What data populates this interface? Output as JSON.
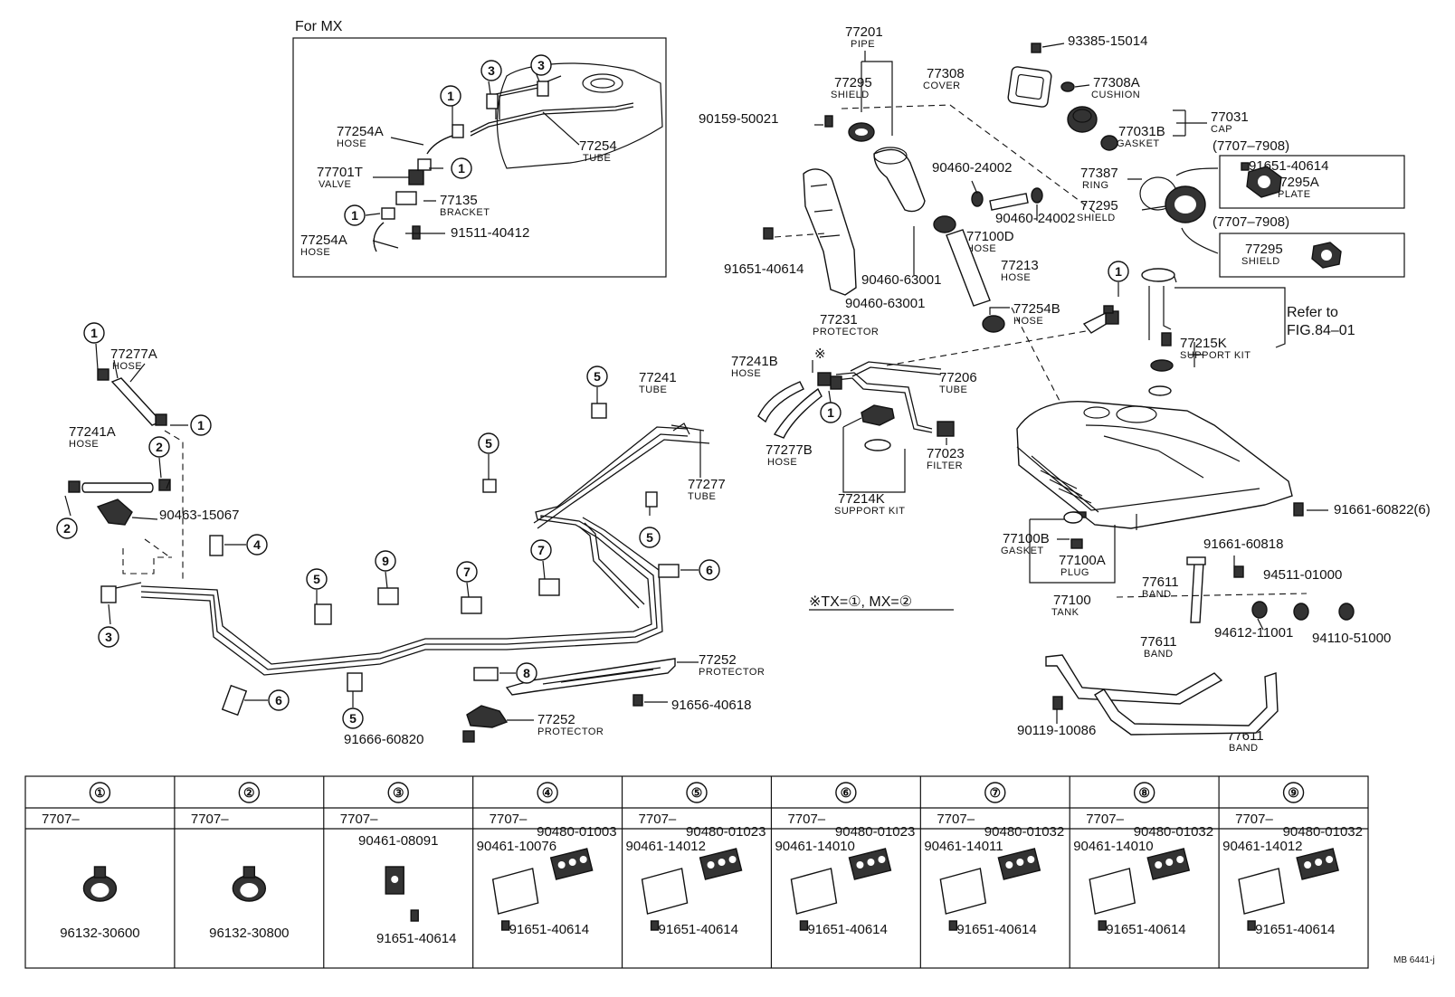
{
  "inset": {
    "title": "For MX"
  },
  "callouts": [
    {
      "id": "c_77254A_top",
      "num": "77254A",
      "name": "HOSE"
    },
    {
      "id": "c_77701T",
      "num": "77701T",
      "name": "VALVE"
    },
    {
      "id": "c_77135",
      "num": "77135",
      "name": "BRACKET"
    },
    {
      "id": "c_91511",
      "num": "91511-40412",
      "name": ""
    },
    {
      "id": "c_77254A_bot",
      "num": "77254A",
      "name": "HOSE"
    },
    {
      "id": "c_77254",
      "num": "77254",
      "name": "TUBE"
    },
    {
      "id": "c_77201",
      "num": "77201",
      "name": "PIPE"
    },
    {
      "id": "c_77295_sh",
      "num": "77295",
      "name": "SHIELD"
    },
    {
      "id": "c_90159",
      "num": "90159-50021",
      "name": ""
    },
    {
      "id": "c_77308",
      "num": "77308",
      "name": "COVER"
    },
    {
      "id": "c_93385",
      "num": "93385-15014",
      "name": ""
    },
    {
      "id": "c_77308A",
      "num": "77308A",
      "name": "CUSHION"
    },
    {
      "id": "c_77031",
      "num": "77031",
      "name": "CAP"
    },
    {
      "id": "c_77031B",
      "num": "77031B",
      "name": "GASKET"
    },
    {
      "id": "c_7707a",
      "num": "(7707–7908)",
      "name": ""
    },
    {
      "id": "c_91651_box",
      "num": "91651-40614",
      "name": ""
    },
    {
      "id": "c_77295A",
      "num": "77295A",
      "name": "PLATE"
    },
    {
      "id": "c_77387",
      "num": "77387",
      "name": "RING"
    },
    {
      "id": "c_77295_sh2",
      "num": "77295",
      "name": "SHIELD"
    },
    {
      "id": "c_7707b",
      "num": "(7707–7908)",
      "name": ""
    },
    {
      "id": "c_77295_box",
      "num": "77295",
      "name": "SHIELD"
    },
    {
      "id": "c_90460_24002a",
      "num": "90460-24002",
      "name": ""
    },
    {
      "id": "c_90460_24002b",
      "num": "90460-24002",
      "name": ""
    },
    {
      "id": "c_77100D",
      "num": "77100D",
      "name": "HOSE"
    },
    {
      "id": "c_91651_l",
      "num": "91651-40614",
      "name": ""
    },
    {
      "id": "c_90460_63001a",
      "num": "90460-63001",
      "name": ""
    },
    {
      "id": "c_77213",
      "num": "77213",
      "name": "HOSE"
    },
    {
      "id": "c_77231",
      "num": "77231",
      "name": "PROTECTOR"
    },
    {
      "id": "c_90460_63001b",
      "num": "90460-63001",
      "name": ""
    },
    {
      "id": "c_77254B",
      "num": "77254B",
      "name": "HOSE"
    },
    {
      "id": "c_refer",
      "num": "Refer to",
      "name": "FIG.84–01"
    },
    {
      "id": "c_77215K",
      "num": "77215K",
      "name": "SUPPORT KIT"
    },
    {
      "id": "c_77241B",
      "num": "77241B",
      "name": "HOSE"
    },
    {
      "id": "c_77206",
      "num": "77206",
      "name": "TUBE"
    },
    {
      "id": "c_77277B",
      "num": "77277B",
      "name": "HOSE"
    },
    {
      "id": "c_77023",
      "num": "77023",
      "name": "FILTER"
    },
    {
      "id": "c_77214K",
      "num": "77214K",
      "name": "SUPPORT KIT"
    },
    {
      "id": "c_91661_60822",
      "num": "91661-60822(6)",
      "name": ""
    },
    {
      "id": "c_77100B",
      "num": "77100B",
      "name": "GASKET"
    },
    {
      "id": "c_77100A",
      "num": "77100A",
      "name": "PLUG"
    },
    {
      "id": "c_77100",
      "num": "77100",
      "name": "TANK"
    },
    {
      "id": "c_91661_60818",
      "num": "91661-60818",
      "name": ""
    },
    {
      "id": "c_77611a",
      "num": "77611",
      "name": "BAND"
    },
    {
      "id": "c_94511",
      "num": "94511-01000",
      "name": ""
    },
    {
      "id": "c_94612",
      "num": "94612-11001",
      "name": ""
    },
    {
      "id": "c_94110",
      "num": "94110-51000",
      "name": ""
    },
    {
      "id": "c_77611b",
      "num": "77611",
      "name": "BAND"
    },
    {
      "id": "c_90119",
      "num": "90119-10086",
      "name": ""
    },
    {
      "id": "c_77611c",
      "num": "77611",
      "name": "BAND"
    },
    {
      "id": "c_77277A",
      "num": "77277A",
      "name": "HOSE"
    },
    {
      "id": "c_77241A",
      "num": "77241A",
      "name": "HOSE"
    },
    {
      "id": "c_90463",
      "num": "90463-15067",
      "name": ""
    },
    {
      "id": "c_77241",
      "num": "77241",
      "name": "TUBE"
    },
    {
      "id": "c_77277",
      "num": "77277",
      "name": "TUBE"
    },
    {
      "id": "c_77252a",
      "num": "77252",
      "name": "PROTECTOR"
    },
    {
      "id": "c_91656",
      "num": "91656-40618",
      "name": ""
    },
    {
      "id": "c_77252b",
      "num": "77252",
      "name": "PROTECTOR"
    },
    {
      "id": "c_91666",
      "num": "91666-60820",
      "name": ""
    }
  ],
  "note": {
    "text": "※TX=①, MX=②"
  },
  "table": {
    "headers": [
      "①",
      "②",
      "③",
      "④",
      "⑤",
      "⑥",
      "⑦",
      "⑧",
      "⑨"
    ],
    "dates": [
      "7707–",
      "7707–",
      "7707–",
      "7707–",
      "7707–",
      "7707–",
      "7707–",
      "7707–",
      "7707–"
    ],
    "parts": [
      [
        "96132-30600"
      ],
      [
        "96132-30800"
      ],
      [
        "90461-08091",
        "91651-40614"
      ],
      [
        "90480-01003",
        "90461-10076",
        "91651-40614"
      ],
      [
        "90480-01023",
        "90461-14012",
        "91651-40614"
      ],
      [
        "90480-01023",
        "90461-14010",
        "91651-40614"
      ],
      [
        "90480-01032",
        "90461-14011",
        "91651-40614"
      ],
      [
        "90480-01032",
        "90461-14010",
        "91651-40614"
      ],
      [
        "90480-01032",
        "90461-14012",
        "91651-40614"
      ]
    ]
  },
  "footer": {
    "code": "MB 6441-j"
  }
}
